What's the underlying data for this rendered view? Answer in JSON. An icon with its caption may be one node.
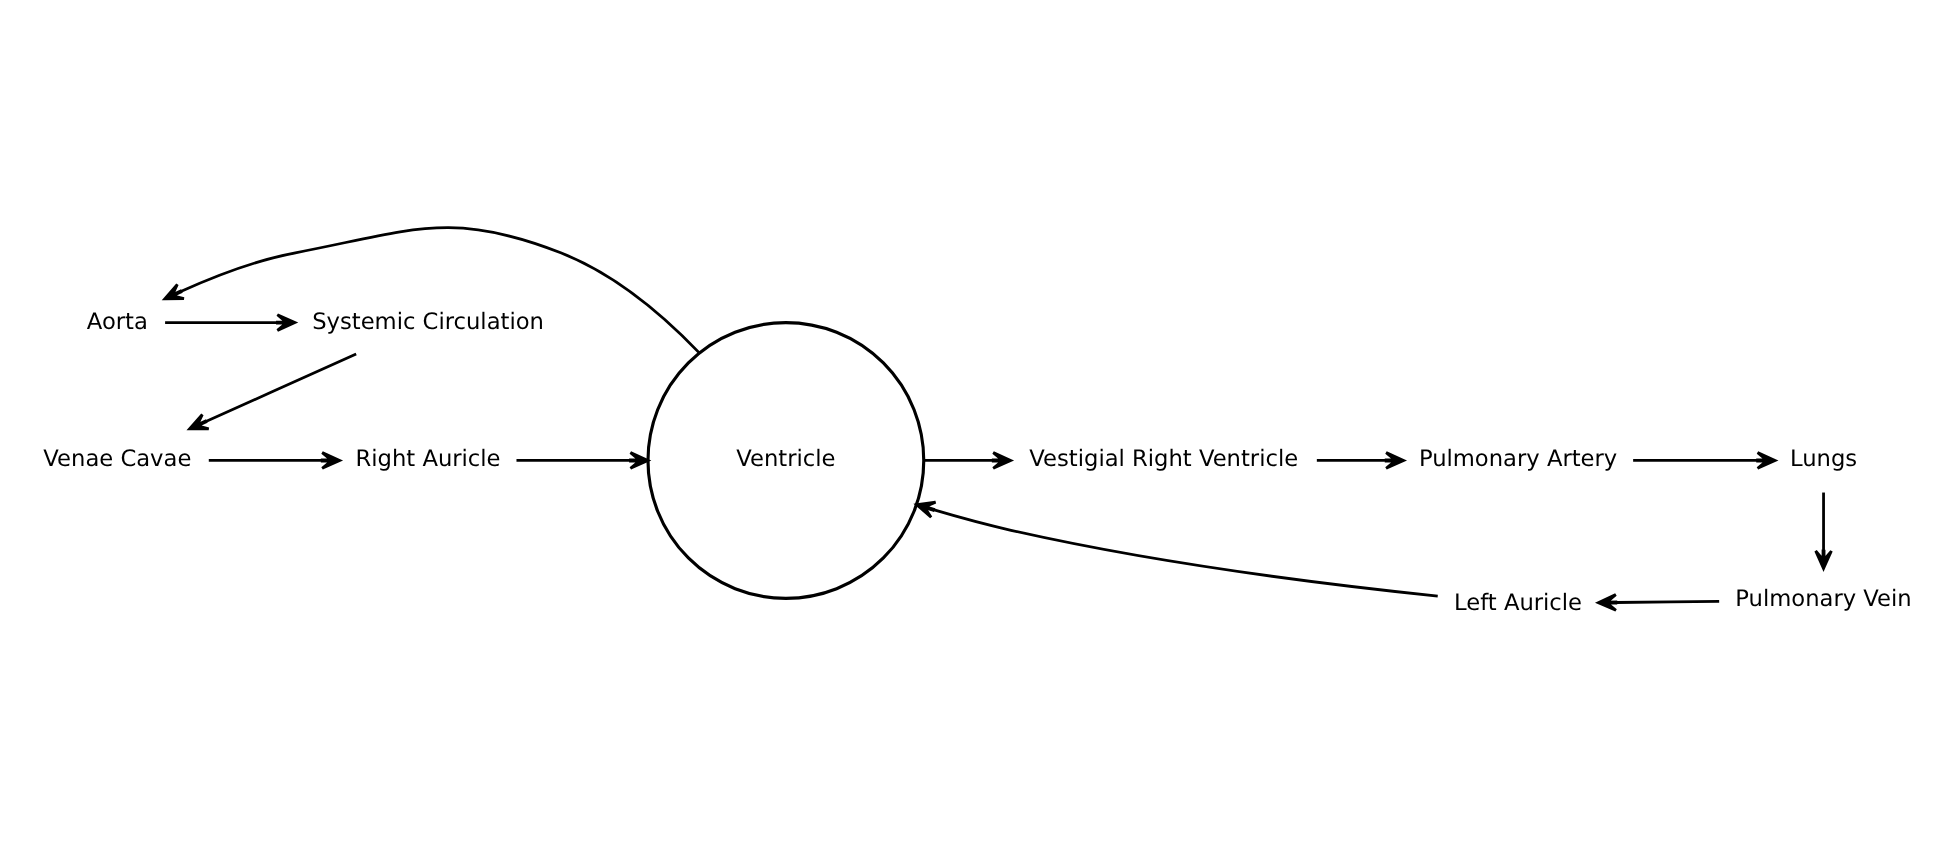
{
  "diagram": {
    "nodes": [
      {
        "text": [
          "Ventricle"
        ]
      },
      {
        "text": [
          "Aorta"
        ]
      },
      {
        "text": [
          "Systemic Circulation"
        ]
      },
      {
        "text": [
          "Venae Cavae"
        ]
      },
      {
        "text": [
          "Right Auricle"
        ]
      },
      {
        "text": [
          "Vestigial Right Ventricle"
        ]
      },
      {
        "text": [
          "Pulmonary Artery"
        ]
      },
      {
        "text": [
          "Lungs"
        ]
      },
      {
        "text": [
          "Pulmonary Vein"
        ]
      },
      {
        "text": [
          "Left Auricle"
        ]
      }
    ],
    "edges": [
      {
        "from": 0,
        "to": 1,
        "arrow": "to"
      },
      {
        "from": 1,
        "to": 2,
        "arrow": "to"
      },
      {
        "from": 2,
        "to": 3,
        "arrow": "to"
      },
      {
        "from": 3,
        "to": 4,
        "arrow": "to"
      },
      {
        "from": 4,
        "to": 0,
        "arrow": "to"
      },
      {
        "from": 0,
        "to": 5,
        "arrow": "to"
      },
      {
        "from": 5,
        "to": 6,
        "arrow": "to"
      },
      {
        "from": 6,
        "to": 7,
        "arrow": "to"
      },
      {
        "from": 7,
        "to": 8,
        "arrow": "to"
      },
      {
        "from": 8,
        "to": 9,
        "arrow": "to"
      },
      {
        "from": 9,
        "to": 0,
        "arrow": "to"
      }
    ]
  }
}
